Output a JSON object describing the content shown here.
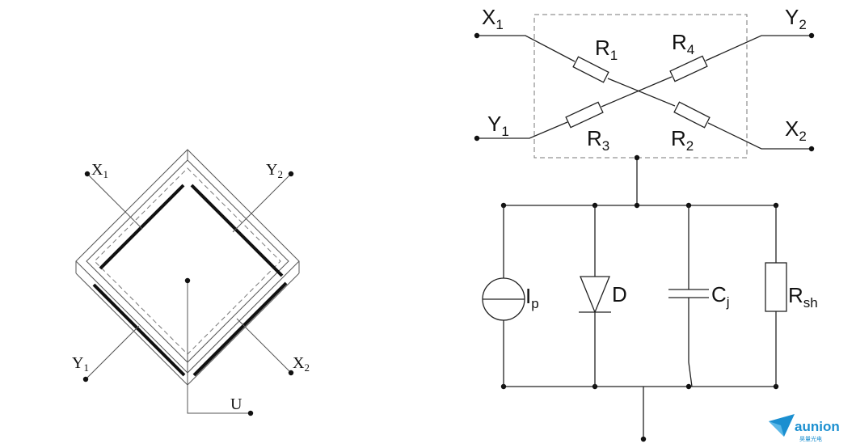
{
  "left_sensor": {
    "x1": {
      "base": "X",
      "sub": "1"
    },
    "y2": {
      "base": "Y",
      "sub": "2"
    },
    "y1": {
      "base": "Y",
      "sub": "1"
    },
    "x2": {
      "base": "X",
      "sub": "2"
    },
    "u": "U"
  },
  "circuit": {
    "x1": {
      "base": "X",
      "sub": "1"
    },
    "y1": {
      "base": "Y",
      "sub": "1"
    },
    "y2": {
      "base": "Y",
      "sub": "2"
    },
    "x2": {
      "base": "X",
      "sub": "2"
    },
    "r1": {
      "base": "R",
      "sub": "1"
    },
    "r2": {
      "base": "R",
      "sub": "2"
    },
    "r3": {
      "base": "R",
      "sub": "3"
    },
    "r4": {
      "base": "R",
      "sub": "4"
    },
    "ip": {
      "base": "I",
      "sub": "p"
    },
    "d": "D",
    "cj": {
      "base": "C",
      "sub": "j"
    },
    "rsh": {
      "base": "R",
      "sub": "sh"
    }
  },
  "logo": {
    "name": "aunion",
    "cn": "昊量光电",
    "icon": "paper-plane-icon",
    "color": "#1b8fd0"
  }
}
